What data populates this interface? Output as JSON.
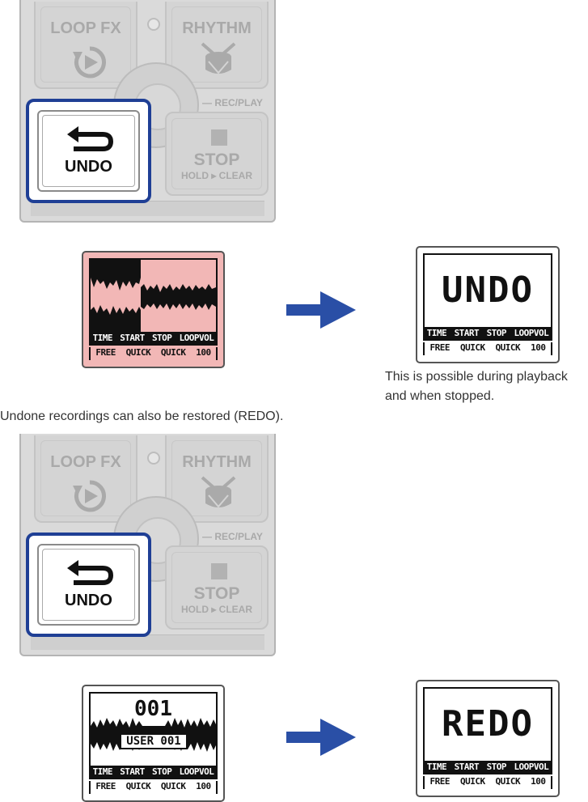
{
  "device": {
    "loopfx_label": "LOOP FX",
    "rhythm_label": "RHYTHM",
    "recplay_label": "— REC/PLAY",
    "stop_label": "STOP",
    "hold_clear_label": "HOLD ▸ CLEAR",
    "undo_label": "UNDO"
  },
  "lcd_header": [
    "TIME",
    "START",
    "STOP",
    "LOOPVOL"
  ],
  "lcd_values": [
    "FREE",
    "QUICK",
    "QUICK",
    "100"
  ],
  "screens": {
    "undo_result": "UNDO",
    "redo_result": "REDO",
    "track_number": "001",
    "track_name": "USER 001"
  },
  "captions": {
    "undo_note": "This is possible during playback and when stopped.",
    "redo_note": "Undone recordings can also be restored (REDO)."
  },
  "colors": {
    "highlight_frame": "#1f3f95",
    "arrow": "#2a4fa6",
    "undo_screen_bg": "#f2b7b6"
  }
}
